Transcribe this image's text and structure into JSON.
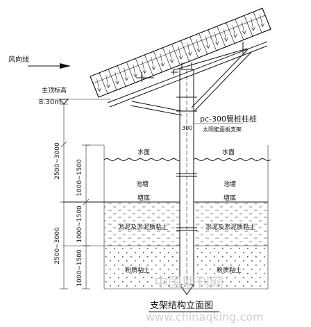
{
  "labels": {
    "wind": "风向线",
    "top_mark": "主顶标高",
    "top_elev": "8.30m",
    "pipe_pile": "pc-300管桩柱桩",
    "pile_note": "太阳能面板支架",
    "dim_pile": "300",
    "water_left": "水面",
    "water_right": "水面",
    "pond_left": "池塘",
    "pond_right": "池塘",
    "bottom_left": "塘底",
    "bottom_right": "塘底",
    "silt_left": "淤泥及淤泥质粘土",
    "silt_right": "淤泥及淤泥质粘土",
    "soil_left": "粉质粘土",
    "soil_right": "粉质粘土",
    "caption": "支架结构立面图",
    "watermark_cn": "中国期刊网",
    "watermark_url": "www.chinaqking.com"
  },
  "dimensions": {
    "upper": "2500~3000",
    "water": "1000~1500",
    "lower": "2500~3000",
    "silt": "1000~1500",
    "soil": "1000~1500"
  }
}
